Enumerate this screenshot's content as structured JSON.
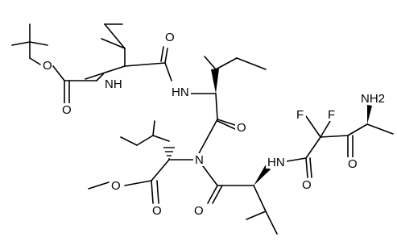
{
  "atoms": {
    "o_boc_ether": "O",
    "o_boc_carbonyl": "O",
    "nh_boc": "NH",
    "o_val1": "O",
    "nh_ile1": "HN",
    "o_ile1": "O",
    "n_center": "N",
    "o_ester_single": "O",
    "o_ester_carbonyl": "O",
    "o_val2": "O",
    "nh_val2": "HN",
    "o_amide_last": "O",
    "f1": "F",
    "f2": "F",
    "o_ketone": "O",
    "nh2_term": "NH2"
  }
}
